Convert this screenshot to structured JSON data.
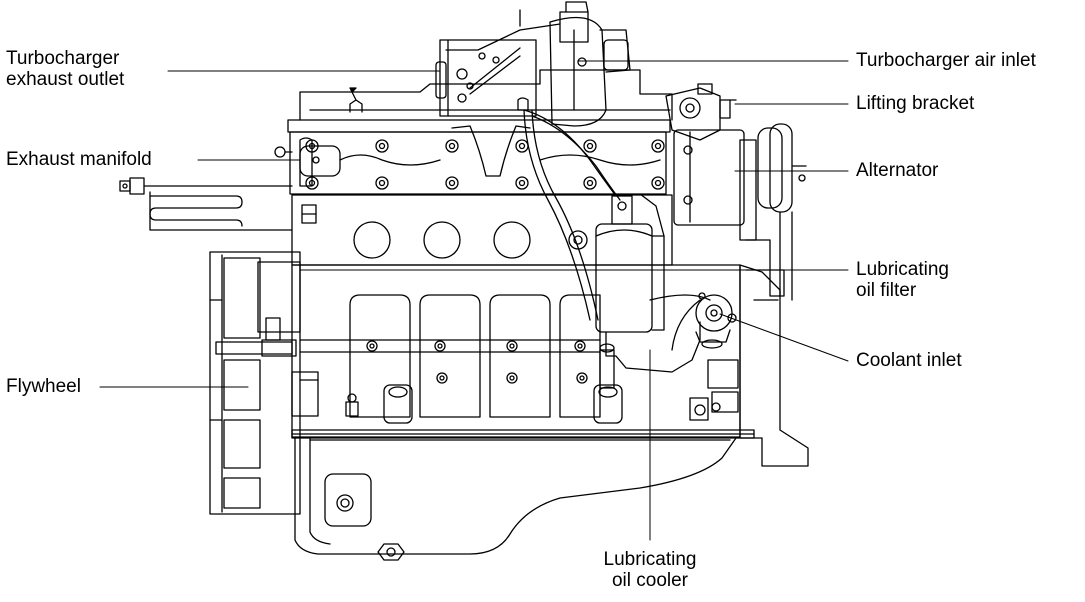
{
  "labels": {
    "turbo_exhaust": [
      "Turbocharger",
      "exhaust outlet"
    ],
    "exhaust_manifold": "Exhaust manifold",
    "flywheel": "Flywheel",
    "turbo_air_inlet": "Turbocharger air inlet",
    "lifting_bracket": "Lifting bracket",
    "alternator": "Alternator",
    "oil_filter": [
      "Lubricating",
      "oil filter"
    ],
    "coolant_inlet": "Coolant inlet",
    "oil_cooler": [
      "Lubricating",
      "oil cooler"
    ]
  },
  "colors": {
    "line": "#000000",
    "background": "#ffffff"
  }
}
